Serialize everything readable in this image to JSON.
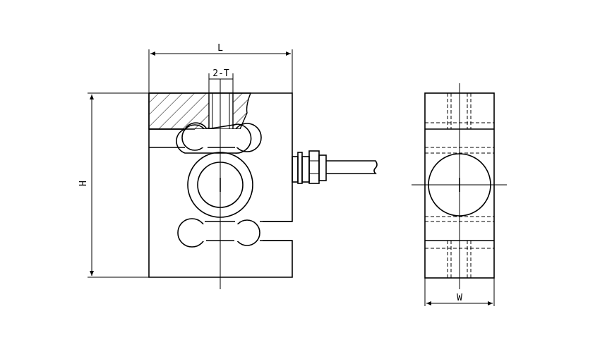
{
  "dimensions": {
    "length_label": "L",
    "height_label": "H",
    "width_label": "W",
    "thread_label": "2-T"
  }
}
